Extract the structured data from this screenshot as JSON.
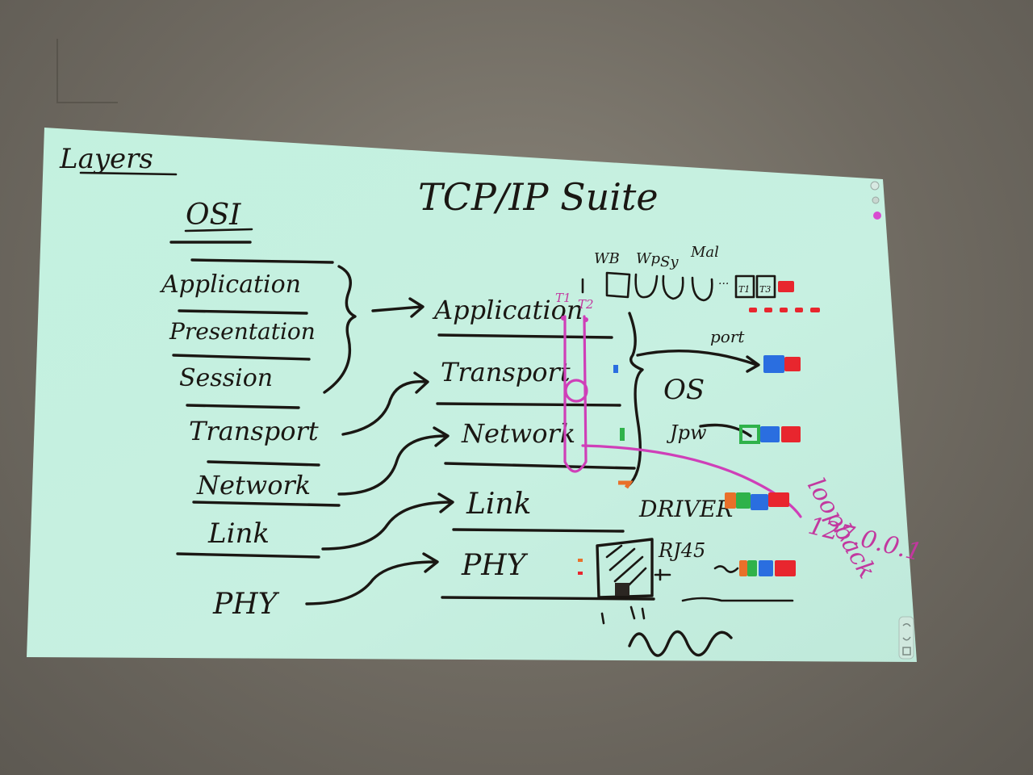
{
  "board": {
    "corner_title": "Layers",
    "main_title": "TCP/IP Suite",
    "osi": {
      "heading": "OSI",
      "layers": [
        "Application",
        "Presentation",
        "Session",
        "Transport",
        "Network",
        "Link",
        "PHY"
      ]
    },
    "tcpip": {
      "layers": [
        "Application",
        "Transport",
        "Network",
        "Link",
        "PHY"
      ]
    },
    "thread_labels": [
      "T1",
      "T2"
    ],
    "app_labels": [
      "WB",
      "Wp",
      "Sy",
      "Mal",
      "..."
    ],
    "small_boxes": [
      "T1",
      "T3"
    ],
    "port_label": "port",
    "os_label": "OS",
    "ip_label": "Jpw",
    "driver_label": "DRIVER",
    "loopback_label": "loopback",
    "loopback_ip": "127.0.0.1",
    "nic_label": "RJ45",
    "colors": {
      "ink": "#1a1713",
      "pink": "#cf3fb8",
      "red": "#e8262e",
      "blue": "#2a6ee0",
      "green": "#2fb24a",
      "orange": "#e9702a",
      "board": "#c4f0e0"
    }
  },
  "toolbar": {
    "top_icons": [
      "pen-icon",
      "eraser-icon",
      "color-swatch-icon"
    ],
    "bottom_icons": [
      "undo-icon",
      "redo-icon",
      "trash-icon"
    ]
  }
}
